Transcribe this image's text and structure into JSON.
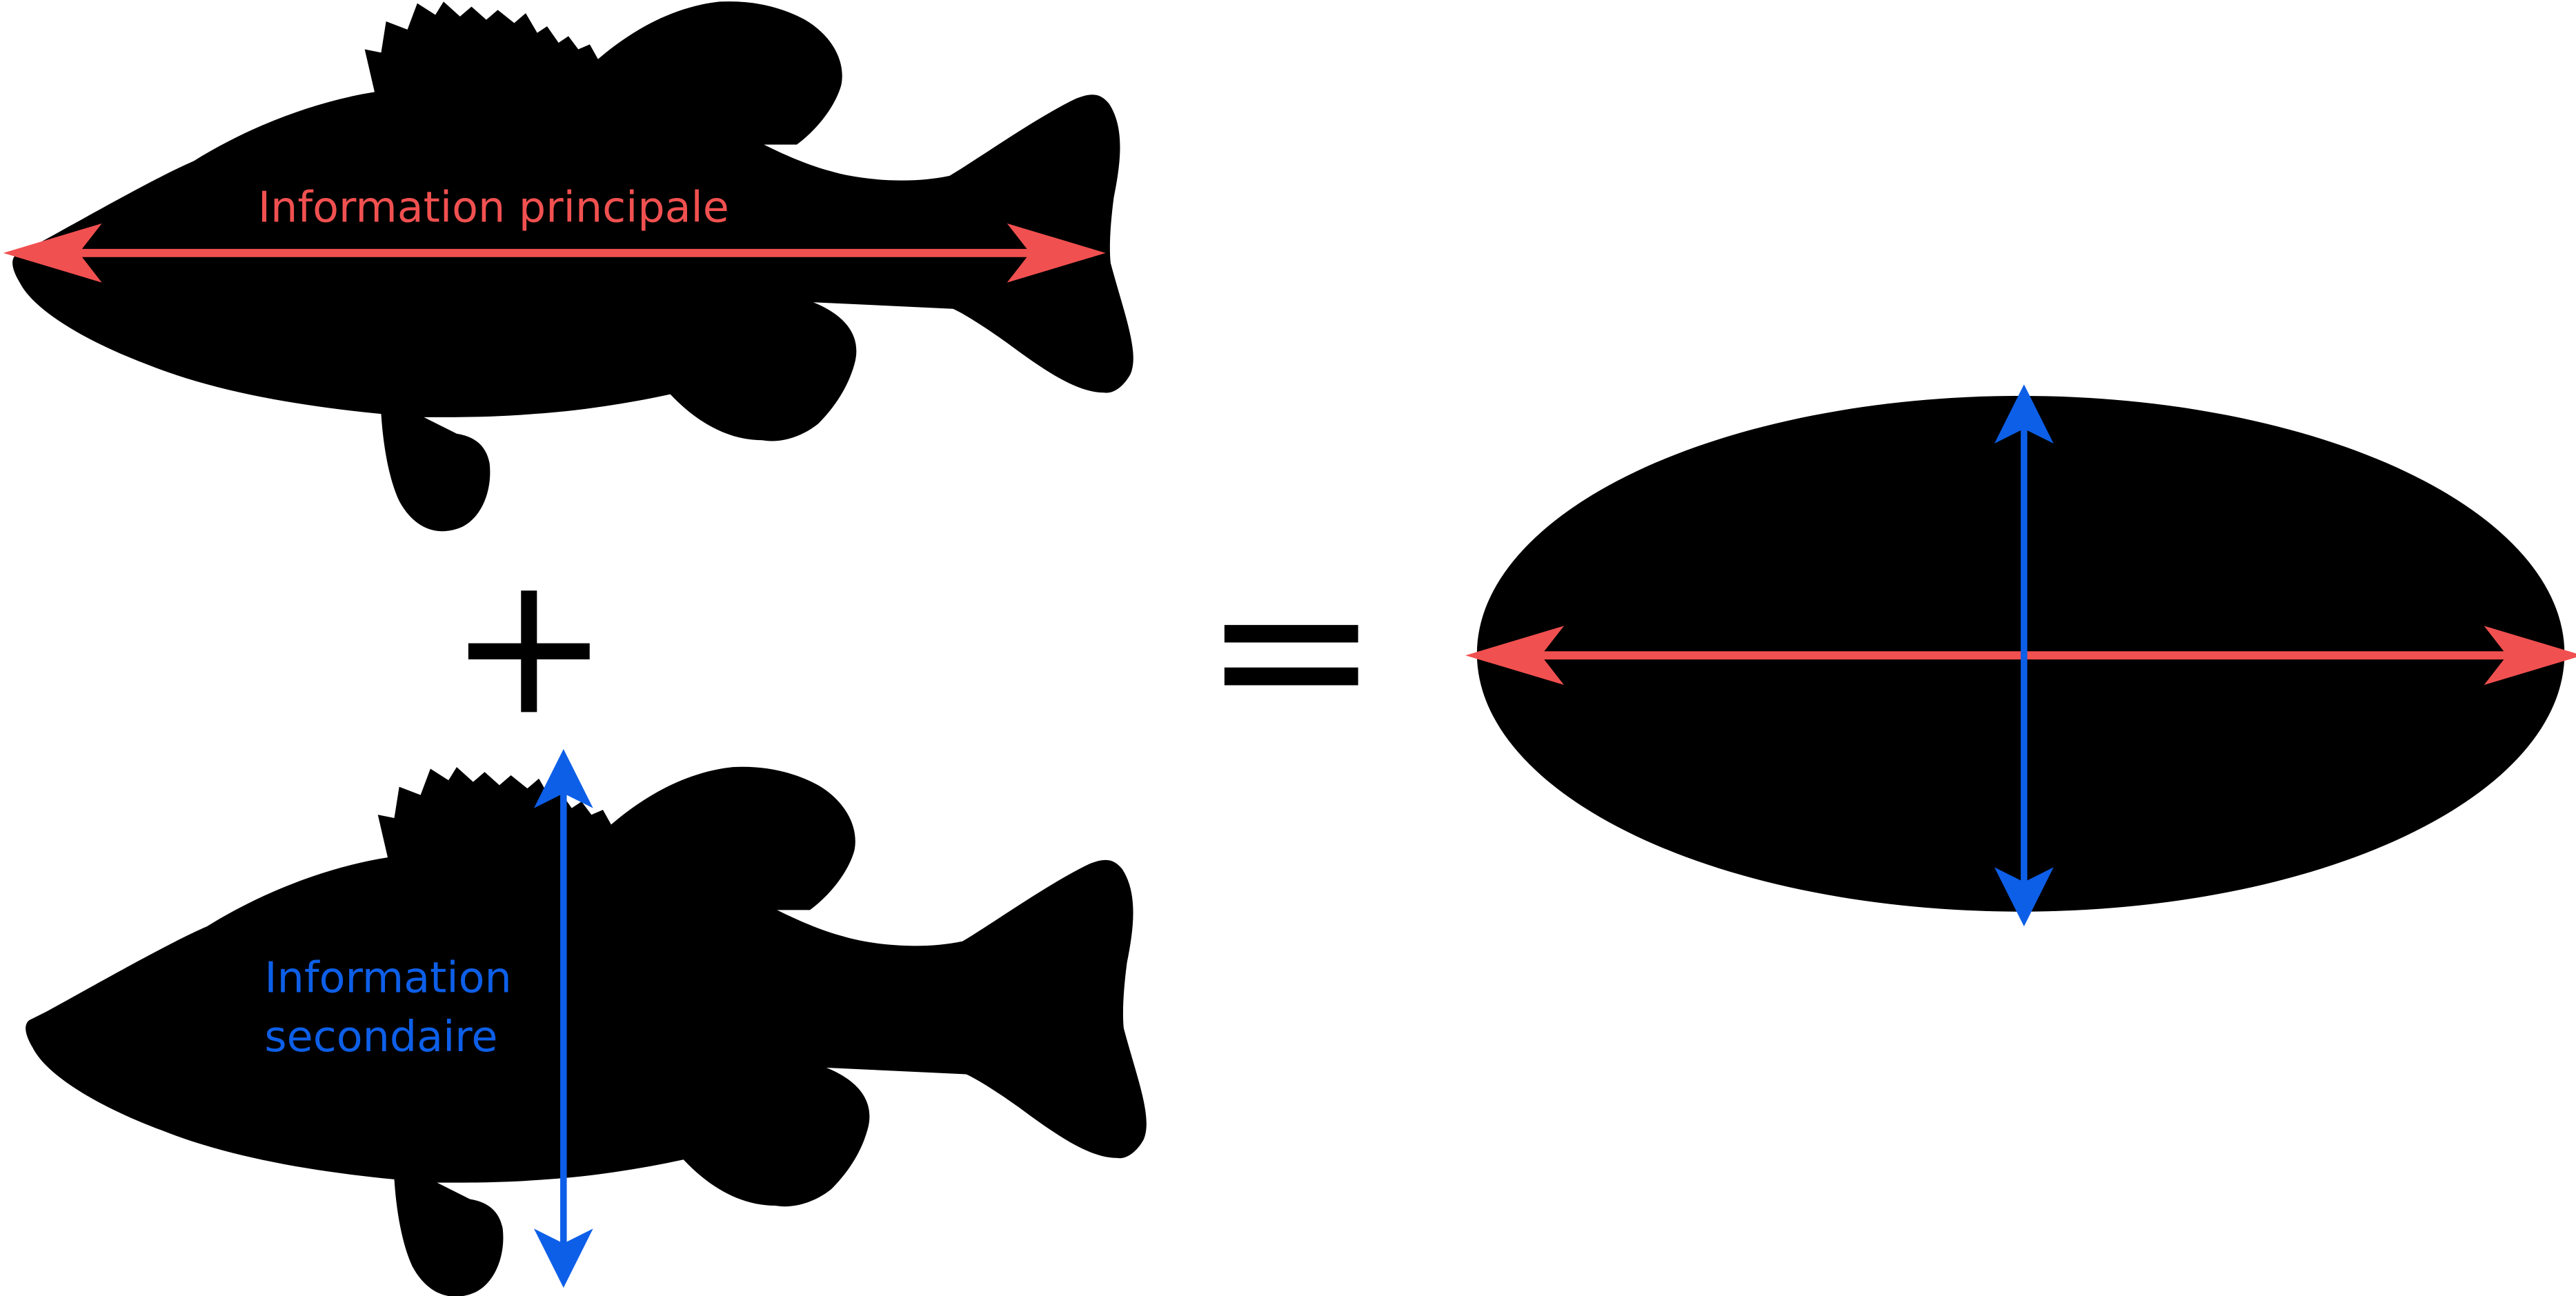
{
  "labels": {
    "primary": "Information principale",
    "secondary_line1": "Information",
    "secondary_line2": "secondaire"
  },
  "operators": {
    "plus": "+",
    "equals": "="
  },
  "colors": {
    "primary_arrow": "#f15050",
    "secondary_arrow": "#0d5fe8",
    "shape_fill": "#000000",
    "background": "#ffffff"
  }
}
